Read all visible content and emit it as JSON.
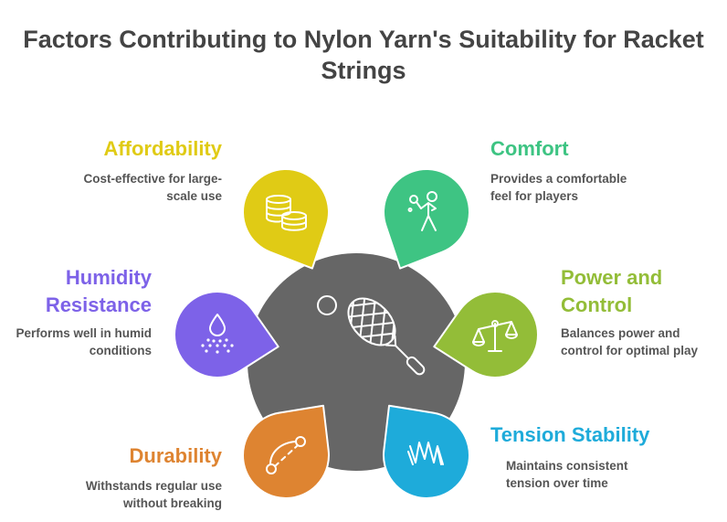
{
  "title": "Factors Contributing to Nylon Yarn's Suitability for Racket Strings",
  "center_icon": "tennis-racket-ball-icon",
  "factors": [
    {
      "id": "affordability",
      "title": "Affordability",
      "desc": "Cost-effective for large-scale use",
      "color": "#E0CB15",
      "icon": "coins-stack-icon"
    },
    {
      "id": "comfort",
      "title": "Comfort",
      "desc": "Provides a comfortable feel for players",
      "color": "#3EC483",
      "icon": "tennis-player-icon"
    },
    {
      "id": "humidity",
      "title": "Humidity Resistance",
      "desc": "Performs well in humid conditions",
      "color": "#7D62E8",
      "icon": "water-drop-icon"
    },
    {
      "id": "power",
      "title": "Power and Control",
      "desc": "Balances power and control for optimal play",
      "color": "#93BD38",
      "icon": "balance-scale-icon"
    },
    {
      "id": "durability",
      "title": "Durability",
      "desc": "Withstands regular use without breaking",
      "color": "#DE8431",
      "icon": "connected-path-icon"
    },
    {
      "id": "tension",
      "title": "Tension Stability",
      "desc": "Maintains consistent tension over time",
      "color": "#1EABDA",
      "icon": "spring-coil-icon"
    }
  ]
}
